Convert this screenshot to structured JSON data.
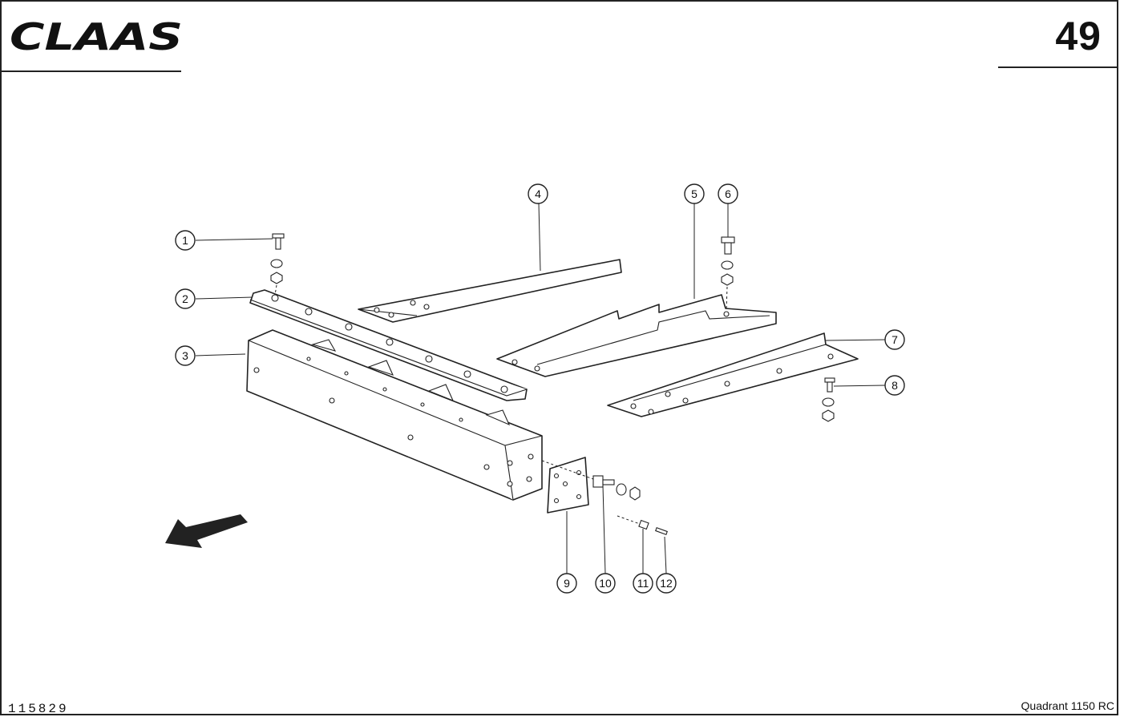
{
  "header": {
    "brand_logo": "CLAAS",
    "page_number": "49"
  },
  "footer": {
    "drawing_id": "115829",
    "model": "Quadrant 1150 RC"
  },
  "callouts": [
    "1",
    "2",
    "3",
    "4",
    "5",
    "6",
    "7",
    "8",
    "9",
    "10",
    "11",
    "12"
  ],
  "icons": {
    "direction_arrow": "arrow-down-left-icon",
    "logo": "claas-logo"
  }
}
